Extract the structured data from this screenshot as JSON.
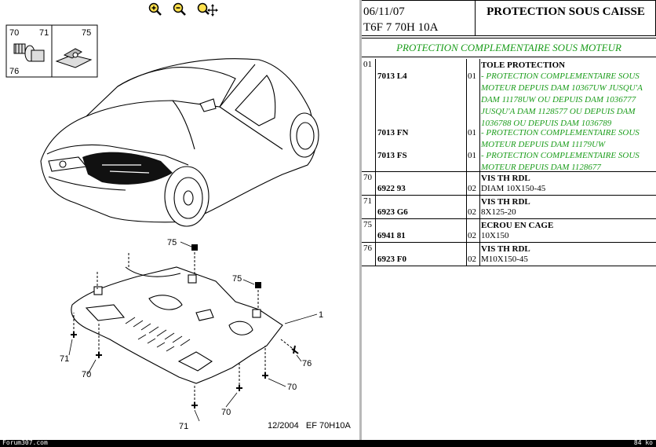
{
  "toolbar": {
    "tools": [
      {
        "icon": "zoom-in-icon"
      },
      {
        "icon": "zoom-out-icon"
      },
      {
        "icon": "zoom-pan-icon"
      }
    ]
  },
  "diagram": {
    "fastener_refs": [
      {
        "ref": "70"
      },
      {
        "ref": "71"
      },
      {
        "ref": "75"
      },
      {
        "ref": "76"
      }
    ],
    "callouts": {
      "c1": "1",
      "c75a": "75",
      "c75b": "75",
      "c76": "76",
      "c71a": "71",
      "c70a": "70",
      "c70b": "70",
      "c70c": "70",
      "c71b": "71"
    },
    "caption": "12/2004   EF 70H10A"
  },
  "header": {
    "date": "06/11/07",
    "code": "T6F 7 70H 10A",
    "title": "PROTECTION SOUS CAISSE",
    "subtitle": "PROTECTION COMPLEMENTAIRE SOUS MOTEUR"
  },
  "parts": [
    {
      "pos": "01",
      "name": "TOLE PROTECTION",
      "items": [
        {
          "ref": "7013 L4",
          "qty": "01",
          "text": "- PROTECTION COMPLEMENTAIRE SOUS MOTEUR DEPUIS DAM 10367UW JUSQU'A DAM 11178UW OU DEPUIS DAM 1036777 JUSQU'A DAM 1128577 OU DEPUIS DAM 1036788 OU DEPUIS DAM 1036789"
        },
        {
          "ref": "7013 FN",
          "qty": "01",
          "text": "- PROTECTION COMPLEMENTAIRE SOUS MOTEUR DEPUIS DAM 11179UW"
        },
        {
          "ref": "7013 FS",
          "qty": "01",
          "text": "- PROTECTION COMPLEMENTAIRE SOUS MOTEUR DEPUIS DAM 1128677"
        }
      ]
    },
    {
      "pos": "70",
      "name": "VIS TH RDL",
      "ref": "6922 93",
      "qty": "02",
      "spec": "DIAM 10X150-45"
    },
    {
      "pos": "71",
      "name": "VIS TH RDL",
      "ref": "6923 G6",
      "qty": "02",
      "spec": "8X125-20"
    },
    {
      "pos": "75",
      "name": "ECROU EN CAGE",
      "ref": "6941 81",
      "qty": "02",
      "spec": "10X150"
    },
    {
      "pos": "76",
      "name": "VIS TH RDL",
      "ref": "6923 F0",
      "qty": "02",
      "spec": "M10X150-45"
    }
  ],
  "status": {
    "site": "Forum307.com",
    "size": "84 ko"
  }
}
